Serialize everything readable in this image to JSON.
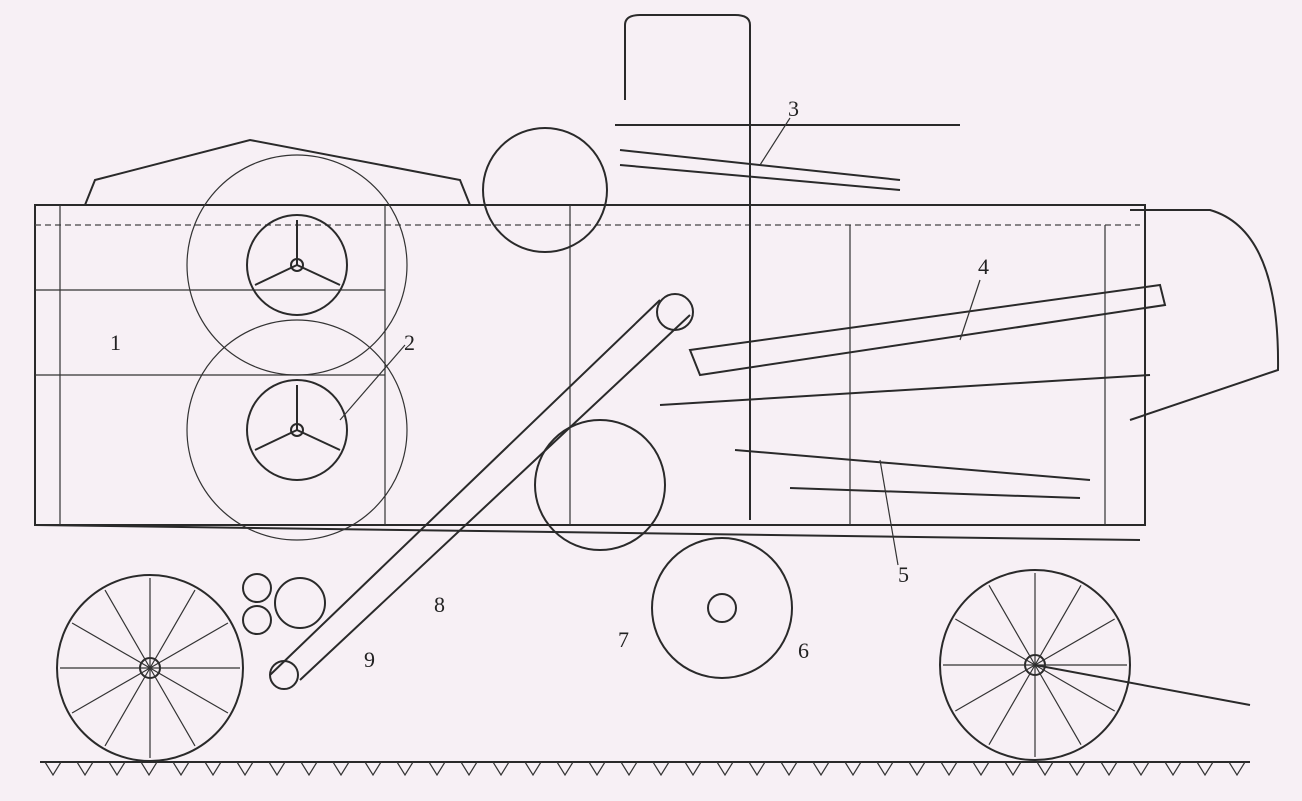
{
  "figure": {
    "title": "Threshing machine side elevation",
    "labels": [
      "1",
      "2",
      "3",
      "4",
      "5",
      "6",
      "7",
      "8",
      "9"
    ],
    "ink_color": "#2a2a2a",
    "paper_color": "#f7f0f5"
  }
}
